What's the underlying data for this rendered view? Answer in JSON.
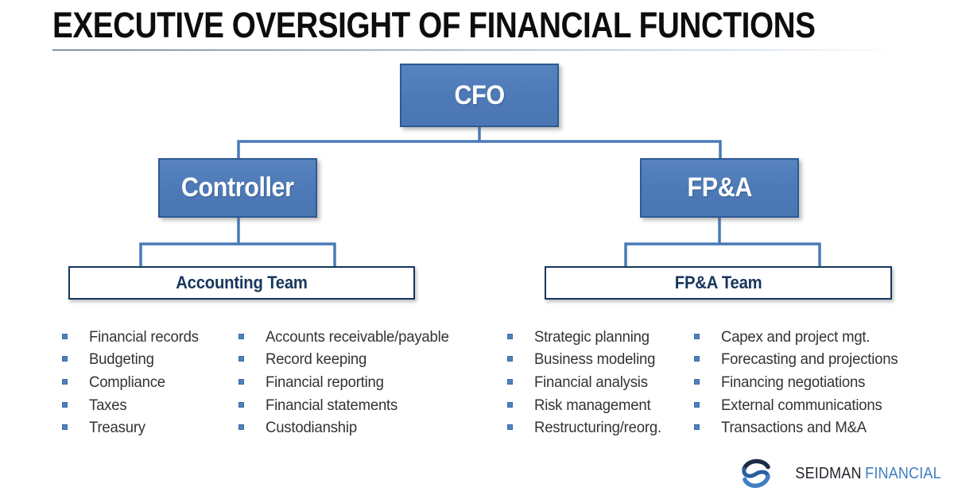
{
  "title": "EXECUTIVE OVERSIGHT OF FINANCIAL FUNCTIONS",
  "colors": {
    "node_fill": "#4d7ab7",
    "node_border": "#2d5a94",
    "connector": "#4a7ab8",
    "team_border": "#17365d",
    "team_text": "#17365d",
    "bullet": "#4f81bd",
    "list_text": "#333333",
    "brand_dark": "#23272d",
    "brand_blue": "#3f7fc1"
  },
  "org": {
    "root": {
      "label": "CFO"
    },
    "children": [
      {
        "label": "Controller"
      },
      {
        "label": "FP&A"
      }
    ],
    "teams": [
      {
        "label": "Accounting Team"
      },
      {
        "label": "FP&A Team"
      }
    ]
  },
  "lists": {
    "accounting_col1": [
      "Financial records",
      "Budgeting",
      "Compliance",
      "Taxes",
      "Treasury"
    ],
    "accounting_col2": [
      "Accounts receivable/payable",
      "Record keeping",
      "Financial reporting",
      "Financial statements",
      "Custodianship"
    ],
    "fpa_col1": [
      "Strategic planning",
      "Business modeling",
      "Financial analysis",
      "Risk management",
      "Restructuring/reorg."
    ],
    "fpa_col2": [
      "Capex and project mgt.",
      "Forecasting and projections",
      "Financing negotiations",
      "External communications",
      "Transactions and M&A"
    ]
  },
  "logo": {
    "name": "SEIDMAN",
    "suffix": "FINANCIAL"
  }
}
